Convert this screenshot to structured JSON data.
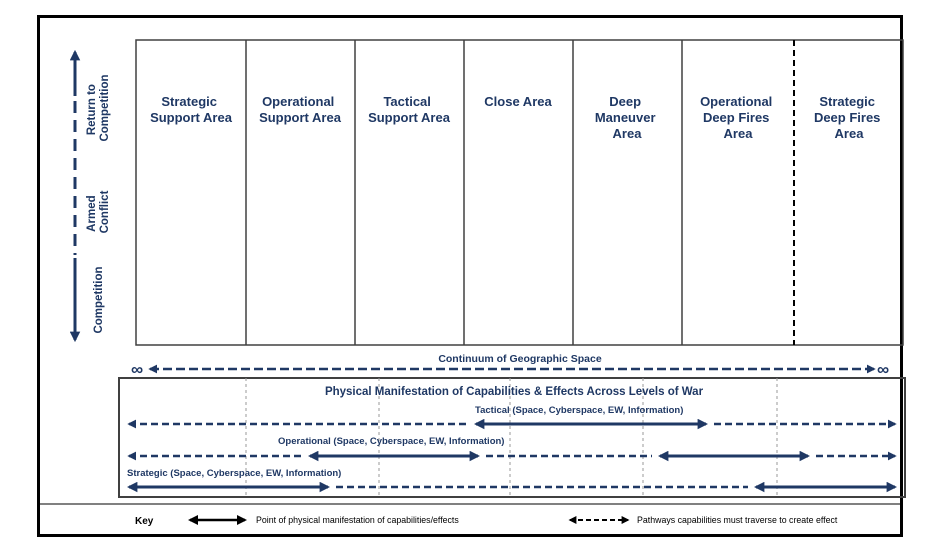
{
  "colors": {
    "accent": "#1f3864",
    "border": "#404040",
    "frame": "#000000"
  },
  "vertical_axis": {
    "labels": [
      [
        "Return to",
        "Competition"
      ],
      [
        "Armed",
        "Conflict"
      ],
      [
        "Competition"
      ]
    ]
  },
  "areas": [
    [
      "Strategic",
      "Support Area"
    ],
    [
      "Operational",
      "Support Area"
    ],
    [
      "Tactical",
      "Support Area"
    ],
    [
      "Close Area"
    ],
    [
      "Deep",
      "Maneuver",
      "Area"
    ],
    [
      "Operational",
      "Deep Fires",
      "Area"
    ],
    [
      "Strategic",
      "Deep Fires",
      "Area"
    ]
  ],
  "continuum": {
    "label": "Continuum of Geographic Space",
    "end_symbol": "∞"
  },
  "manifestation": {
    "title": "Physical Manifestation of Capabilities & Effects Across Levels of War",
    "tactical_label": "Tactical (Space, Cyberspace, EW, Information)",
    "operational_label": "Operational (Space, Cyberspace, EW, Information)",
    "strategic_label": "Strategic (Space, Cyberspace, EW, Information)"
  },
  "key": {
    "title": "Key",
    "solid_label": "Point of physical manifestation of capabilities/effects",
    "dashed_label": "Pathways capabilities must traverse to create effect"
  }
}
